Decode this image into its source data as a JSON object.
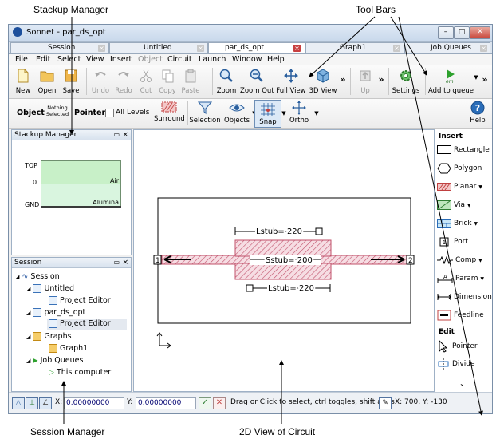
{
  "callouts": {
    "stackup_manager": "Stackup Manager",
    "tool_bars": "Tool Bars",
    "session_manager": "Session Manager",
    "view_2d": "2D View of Circuit"
  },
  "window": {
    "title": "Sonnet - par_ds_opt",
    "buttons": [
      "–",
      "□",
      "✕"
    ]
  },
  "tabs": [
    {
      "label": "Session"
    },
    {
      "label": "Untitled"
    },
    {
      "label": "par_ds_opt"
    },
    {
      "label": "Graph1"
    },
    {
      "label": "Job Queues"
    }
  ],
  "menu": [
    "File",
    "Edit",
    "Select",
    "View",
    "Insert",
    "Object",
    "Circuit",
    "Launch",
    "Window",
    "Help"
  ],
  "toolbar1": {
    "new": "New",
    "open": "Open",
    "save": "Save",
    "undo": "Undo",
    "redo": "Redo",
    "cut": "Cut",
    "copy": "Copy",
    "paste": "Paste",
    "zoom": "Zoom",
    "zoom_out": "Zoom Out",
    "full_view": "Full View",
    "view_3d": "3D View",
    "up": "Up",
    "settings": "Settings",
    "add_to_queue": "Add to queue",
    "more": "»"
  },
  "toolbar2": {
    "object": "Object",
    "nothing_selected": "Nothing\nSelected",
    "pointer": "Pointer",
    "all_levels": "All Levels",
    "surround": "Surround",
    "selection": "Selection",
    "objects": "Objects",
    "snap": "Snap",
    "ortho": "Ortho",
    "help": "Help"
  },
  "stackup": {
    "header": "Stackup Manager",
    "top": "TOP",
    "zero": "0",
    "gnd": "GND",
    "air": "Air",
    "alumina": "Alumina",
    "colors": {
      "air": "#c8f0c8",
      "alumina": "#d9f5df"
    }
  },
  "session": {
    "header": "Session",
    "tree": [
      {
        "label": "Session",
        "level": 0
      },
      {
        "label": "Untitled",
        "level": 1
      },
      {
        "label": "Project Editor",
        "level": 2
      },
      {
        "label": "par_ds_opt",
        "level": 1
      },
      {
        "label": "Project Editor",
        "level": 2
      },
      {
        "label": "Graphs",
        "level": 1
      },
      {
        "label": "Graph1",
        "level": 2
      },
      {
        "label": "Job Queues",
        "level": 1
      },
      {
        "label": "This computer",
        "level": 2
      }
    ]
  },
  "circuit": {
    "lstub_top": "Lstub= 220",
    "sstub": "Sstub= 200",
    "lstub_bottom": "Lstub= 220",
    "port1": "1",
    "port2": "2",
    "metal_color": "#c0506a"
  },
  "insert_panel": {
    "heading": "Insert",
    "items": [
      "Rectangle",
      "Polygon",
      "Planar",
      "Via",
      "Brick",
      "Port",
      "Comp",
      "Param",
      "Dimension",
      "Feedline"
    ],
    "edit_heading": "Edit",
    "edit_items": [
      "Pointer",
      "Divide"
    ]
  },
  "statusbar": {
    "x_label": "X:",
    "x_value": "0.00000000",
    "y_label": "Y:",
    "y_value": "0.00000000",
    "message": "Drag or Click to select, ctrl toggles, shift adds",
    "coords": "X: 700, Y: -130"
  }
}
